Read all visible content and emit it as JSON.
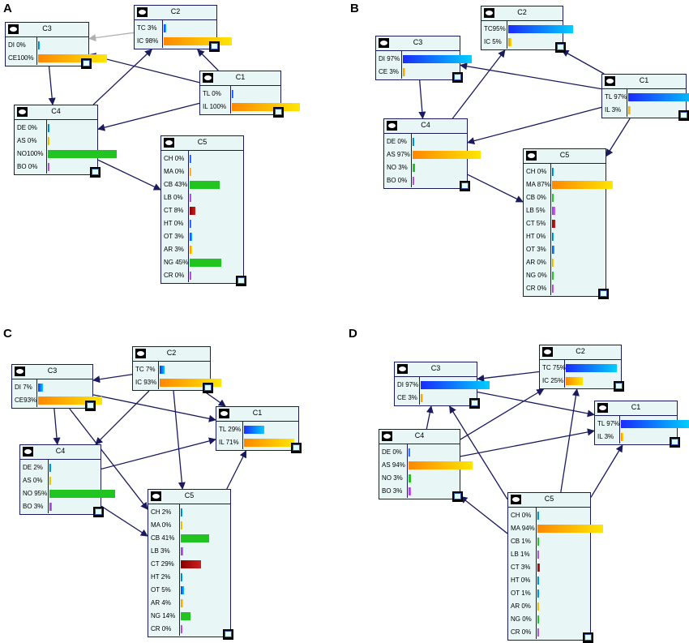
{
  "colors": {
    "blue": [
      "#1a2bff",
      "#00cfff"
    ],
    "orange": [
      "#ff8800",
      "#ffe600"
    ],
    "green": [
      "#22c422",
      "#22c422"
    ],
    "darkred": [
      "#8b0000",
      "#cc2020"
    ],
    "purple": [
      "#9933cc",
      "#cc66ff"
    ],
    "edge": "#1a1a5e",
    "gray_edge": "#b0b0b0"
  },
  "icons": {
    "node": "node-shape-icon",
    "check": "checkbox-icon"
  },
  "panels": [
    {
      "letter": "A",
      "nodes": [
        {
          "id": "C1",
          "label": "C1",
          "states": [
            {
              "label": "TL   0%",
              "value": 0,
              "color": "blue"
            },
            {
              "label": "IL 100%",
              "value": 1,
              "color": "orange"
            }
          ]
        },
        {
          "id": "C2",
          "label": "C2",
          "states": [
            {
              "label": "TC  3%",
              "value": 0.03,
              "color": "blue"
            },
            {
              "label": "IC 98%",
              "value": 0.98,
              "color": "orange"
            }
          ]
        },
        {
          "id": "C3",
          "label": "C3",
          "states": [
            {
              "label": "DI   0%",
              "value": 0,
              "color": "blue"
            },
            {
              "label": "CE100%",
              "value": 1,
              "color": "orange"
            }
          ]
        },
        {
          "id": "C4",
          "label": "C4",
          "states": [
            {
              "label": "DE   0%",
              "value": 0,
              "color": "blue"
            },
            {
              "label": "AS   0%",
              "value": 0,
              "color": "orange"
            },
            {
              "label": "NO100%",
              "value": 1,
              "color": "green"
            },
            {
              "label": "BO   0%",
              "value": 0,
              "color": "purple"
            }
          ]
        },
        {
          "id": "C5",
          "label": "C5",
          "states": [
            {
              "label": "CH  0%",
              "value": 0,
              "color": "blue"
            },
            {
              "label": "MA  0%",
              "value": 0,
              "color": "orange"
            },
            {
              "label": "CB 43%",
              "value": 0.43,
              "color": "green"
            },
            {
              "label": "LB  0%",
              "value": 0,
              "color": "purple"
            },
            {
              "label": "CT  8%",
              "value": 0.08,
              "color": "darkred"
            },
            {
              "label": "HT  0%",
              "value": 0,
              "color": "blue"
            },
            {
              "label": "OT  3%",
              "value": 0.03,
              "color": "blue"
            },
            {
              "label": "AR  3%",
              "value": 0.03,
              "color": "orange"
            },
            {
              "label": "NG 45%",
              "value": 0.45,
              "color": "green"
            },
            {
              "label": "CR  0%",
              "value": 0,
              "color": "purple"
            }
          ]
        }
      ]
    },
    {
      "letter": "B",
      "nodes": [
        {
          "id": "C1",
          "label": "C1",
          "states": [
            {
              "label": "TL 97%",
              "value": 0.97,
              "color": "blue"
            },
            {
              "label": "IL   3%",
              "value": 0.03,
              "color": "orange"
            }
          ]
        },
        {
          "id": "C2",
          "label": "C2",
          "states": [
            {
              "label": "TC95%",
              "value": 0.95,
              "color": "blue"
            },
            {
              "label": "IC  5%",
              "value": 0.05,
              "color": "orange"
            }
          ]
        },
        {
          "id": "C3",
          "label": "C3",
          "states": [
            {
              "label": "DI 97%",
              "value": 0.97,
              "color": "blue"
            },
            {
              "label": "CE  3%",
              "value": 0.03,
              "color": "orange"
            }
          ]
        },
        {
          "id": "C4",
          "label": "C4",
          "states": [
            {
              "label": "DE  0%",
              "value": 0,
              "color": "blue"
            },
            {
              "label": "AS 97%",
              "value": 0.97,
              "color": "orange"
            },
            {
              "label": "NO  3%",
              "value": 0.03,
              "color": "green"
            },
            {
              "label": "BO  0%",
              "value": 0,
              "color": "purple"
            }
          ]
        },
        {
          "id": "C5",
          "label": "C5",
          "states": [
            {
              "label": "CH  0%",
              "value": 0,
              "color": "blue"
            },
            {
              "label": "MA 87%",
              "value": 0.87,
              "color": "orange"
            },
            {
              "label": "CB  0%",
              "value": 0,
              "color": "green"
            },
            {
              "label": "LB  5%",
              "value": 0.05,
              "color": "purple"
            },
            {
              "label": "CT  5%",
              "value": 0.05,
              "color": "darkred"
            },
            {
              "label": "HT  0%",
              "value": 0,
              "color": "blue"
            },
            {
              "label": "OT  3%",
              "value": 0.03,
              "color": "blue"
            },
            {
              "label": "AR  0%",
              "value": 0,
              "color": "orange"
            },
            {
              "label": "NG  0%",
              "value": 0,
              "color": "green"
            },
            {
              "label": "CR  0%",
              "value": 0,
              "color": "purple"
            }
          ]
        }
      ]
    },
    {
      "letter": "C",
      "nodes": [
        {
          "id": "C1",
          "label": "C1",
          "states": [
            {
              "label": "TL 29%",
              "value": 0.29,
              "color": "blue"
            },
            {
              "label": "IL  71%",
              "value": 0.71,
              "color": "orange"
            }
          ]
        },
        {
          "id": "C2",
          "label": "C2",
          "states": [
            {
              "label": "TC  7%",
              "value": 0.07,
              "color": "blue"
            },
            {
              "label": "IC  93%",
              "value": 0.93,
              "color": "orange"
            }
          ]
        },
        {
          "id": "C3",
          "label": "C3",
          "states": [
            {
              "label": "DI   7%",
              "value": 0.07,
              "color": "blue"
            },
            {
              "label": "CE93%",
              "value": 0.93,
              "color": "orange"
            }
          ]
        },
        {
          "id": "C4",
          "label": "C4",
          "states": [
            {
              "label": "DE  2%",
              "value": 0.02,
              "color": "blue"
            },
            {
              "label": "AS  0%",
              "value": 0,
              "color": "orange"
            },
            {
              "label": "NO 95%",
              "value": 0.95,
              "color": "green"
            },
            {
              "label": "BO  3%",
              "value": 0.03,
              "color": "purple"
            }
          ]
        },
        {
          "id": "C5",
          "label": "C5",
          "states": [
            {
              "label": "CH  2%",
              "value": 0.02,
              "color": "blue"
            },
            {
              "label": "MA  0%",
              "value": 0,
              "color": "orange"
            },
            {
              "label": "CB 41%",
              "value": 0.41,
              "color": "green"
            },
            {
              "label": "LB  3%",
              "value": 0.03,
              "color": "purple"
            },
            {
              "label": "CT 29%",
              "value": 0.29,
              "color": "darkred"
            },
            {
              "label": "HT  2%",
              "value": 0.02,
              "color": "blue"
            },
            {
              "label": "OT  5%",
              "value": 0.05,
              "color": "blue"
            },
            {
              "label": "AR  4%",
              "value": 0.04,
              "color": "orange"
            },
            {
              "label": "NG 14%",
              "value": 0.14,
              "color": "green"
            },
            {
              "label": "CR  0%",
              "value": 0,
              "color": "purple"
            }
          ]
        }
      ]
    },
    {
      "letter": "D",
      "nodes": [
        {
          "id": "C1",
          "label": "C1",
          "states": [
            {
              "label": "TL 97%",
              "value": 0.97,
              "color": "blue"
            },
            {
              "label": "IL   3%",
              "value": 0.03,
              "color": "orange"
            }
          ]
        },
        {
          "id": "C2",
          "label": "C2",
          "states": [
            {
              "label": "TC 75%",
              "value": 0.75,
              "color": "blue"
            },
            {
              "label": "IC 25%",
              "value": 0.25,
              "color": "orange"
            }
          ]
        },
        {
          "id": "C3",
          "label": "C3",
          "states": [
            {
              "label": "DI 97%",
              "value": 0.97,
              "color": "blue"
            },
            {
              "label": "CE  3%",
              "value": 0.03,
              "color": "orange"
            }
          ]
        },
        {
          "id": "C4",
          "label": "C4",
          "states": [
            {
              "label": "DE  0%",
              "value": 0,
              "color": "blue"
            },
            {
              "label": "AS 94%",
              "value": 0.94,
              "color": "orange"
            },
            {
              "label": "NO  3%",
              "value": 0.03,
              "color": "green"
            },
            {
              "label": "BO  3%",
              "value": 0.03,
              "color": "purple"
            }
          ]
        },
        {
          "id": "C5",
          "label": "C5",
          "states": [
            {
              "label": "CH  0%",
              "value": 0,
              "color": "blue"
            },
            {
              "label": "MA 94%",
              "value": 0.94,
              "color": "orange"
            },
            {
              "label": "CB  1%",
              "value": 0.01,
              "color": "green"
            },
            {
              "label": "LB  1%",
              "value": 0.01,
              "color": "purple"
            },
            {
              "label": "CT  3%",
              "value": 0.03,
              "color": "darkred"
            },
            {
              "label": "HT  0%",
              "value": 0,
              "color": "blue"
            },
            {
              "label": "OT  1%",
              "value": 0.01,
              "color": "blue"
            },
            {
              "label": "AR  0%",
              "value": 0,
              "color": "orange"
            },
            {
              "label": "NG  0%",
              "value": 0,
              "color": "green"
            },
            {
              "label": "CR  0%",
              "value": 0,
              "color": "purple"
            }
          ]
        }
      ]
    }
  ]
}
